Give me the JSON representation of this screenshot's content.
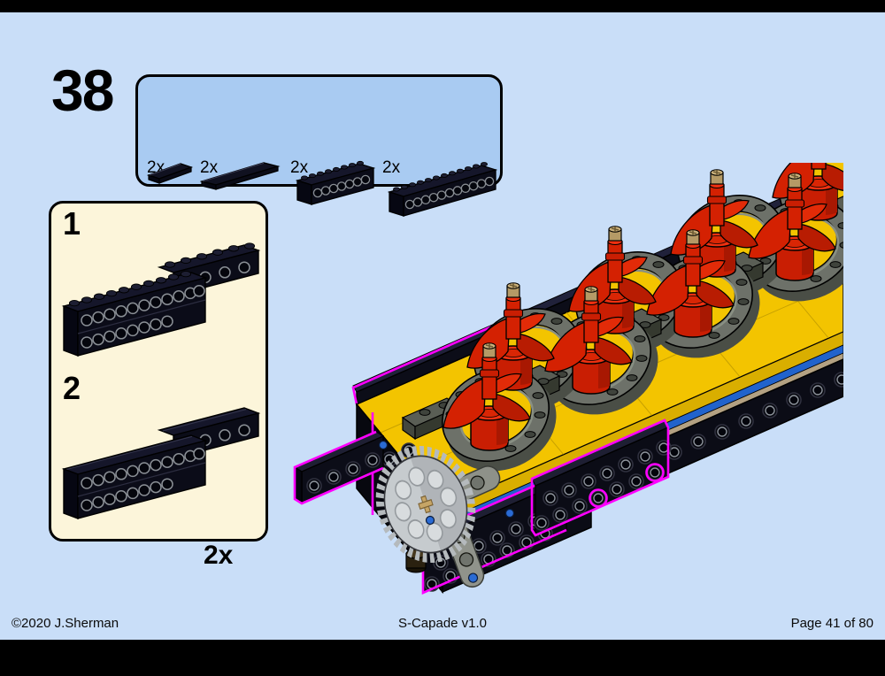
{
  "page": {
    "background": "#c9def8",
    "letterbox_color": "#000000"
  },
  "step": {
    "number": "38"
  },
  "parts_callout": {
    "items": [
      {
        "part": "tile-1x4-black",
        "qty": "2x"
      },
      {
        "part": "tile-1x8-black",
        "qty": "2x"
      },
      {
        "part": "technic-brick-1x8-black",
        "qty": "2x"
      },
      {
        "part": "technic-brick-1x12-black",
        "qty": "2x"
      }
    ]
  },
  "substeps": {
    "step1_label": "1",
    "step2_label": "2",
    "quantity": "2x"
  },
  "model": {
    "description": "isometric-render-of-hull-deck-with-propellers-and-highlighted-new-beams",
    "colors": {
      "highlight": "#ff00ff",
      "deck": "#f3c400",
      "propeller": "#d42102",
      "ring_gray": "#6d7169",
      "hull_black": "#0b0c16",
      "stripe_blue": "#2163cc",
      "stripe_tan": "#b3a182",
      "gear_gray": "#c6cbce",
      "pin_blue": "#2a6bd4"
    }
  },
  "footer": {
    "copyright": "©2020 J.Sherman",
    "title": "S-Capade v1.0",
    "page": "Page 41 of 80"
  }
}
